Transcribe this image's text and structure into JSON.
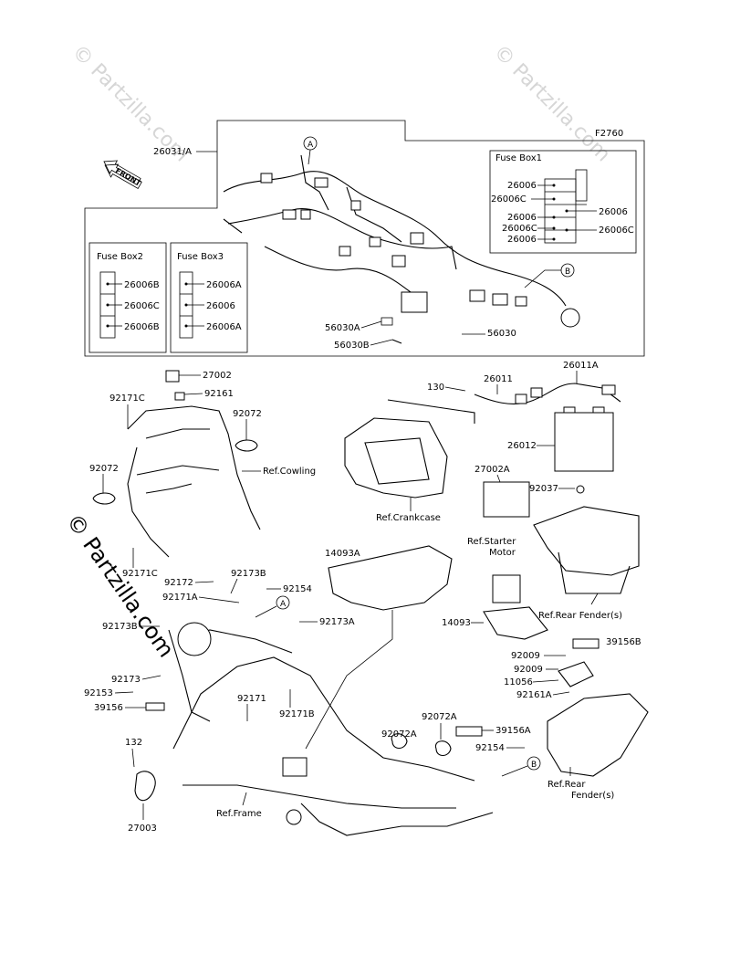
{
  "diagram_code": "F2760",
  "watermarks": {
    "site": "© Partzilla.com"
  },
  "front_arrow": "FRONT",
  "callouts": {
    "a": "A",
    "b": "B"
  },
  "fuse_box1": {
    "title": "Fuse Box1",
    "left": [
      "26006",
      "26006C",
      "26006",
      "26006C",
      "26006"
    ],
    "right": [
      "26006",
      "26006C"
    ]
  },
  "fuse_box2": {
    "title": "Fuse Box2",
    "items": [
      "26006B",
      "26006C",
      "26006B"
    ]
  },
  "fuse_box3": {
    "title": "Fuse Box3",
    "items": [
      "26006A",
      "26006",
      "26006A"
    ]
  },
  "labels": {
    "harness": "26031/A",
    "l56030A": "56030A",
    "l56030B": "56030B",
    "l56030": "56030",
    "l27002": "27002",
    "l92161": "92161",
    "l92171C_top": "92171C",
    "l92072_a": "92072",
    "l92072_b": "92072",
    "ref_cowling": "Ref.Cowling",
    "l92171C_mid": "92171C",
    "l130": "130",
    "l26011": "26011",
    "l26011A": "26011A",
    "l26012": "26012",
    "ref_crankcase": "Ref.Crankcase",
    "l27002A": "27002A",
    "l92037": "92037",
    "ref_starter": "Ref.Starter",
    "motor": "Motor",
    "l14093A": "14093A",
    "l92172": "92172",
    "l92173B_a": "92173B",
    "l92154_a": "92154",
    "l92171A": "92171A",
    "l92173B_b": "92173B",
    "l92173A": "92173A",
    "ref_rear_fender_1": "Ref.Rear Fender(s)",
    "l14093": "14093",
    "l39156B": "39156B",
    "l92009_a": "92009",
    "l92009_b": "92009",
    "l11056": "11056",
    "l92161A": "92161A",
    "l92173": "92173",
    "l92153": "92153",
    "l39156": "39156",
    "l92171": "92171",
    "l92171B": "92171B",
    "l92072A_a": "92072A",
    "l92072A_b": "92072A",
    "l39156A": "39156A",
    "l92154_b": "92154",
    "ref_rear": "Ref.Rear",
    "fender_s": "Fender(s)",
    "l132": "132",
    "l27003": "27003",
    "ref_frame": "Ref.Frame"
  }
}
